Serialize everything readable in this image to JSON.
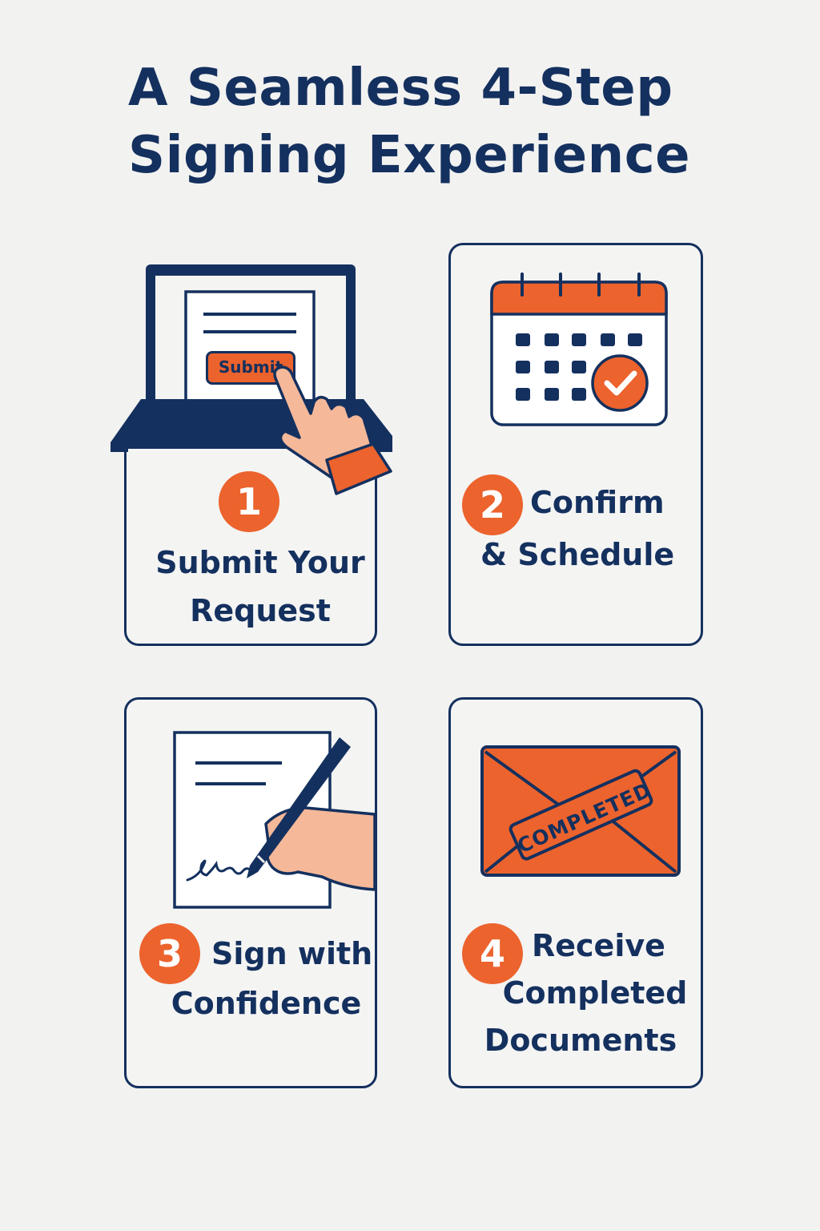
{
  "title": {
    "line1": "A Seamless 4-Step",
    "line2": "Signing Experience"
  },
  "colors": {
    "navy": "#14305e",
    "orange": "#ec632d",
    "skin": "#f5b899",
    "card_bg": "#f4f4f3",
    "page_bg": "#f2f2f1"
  },
  "steps": [
    {
      "number": "1",
      "lines": [
        "Submit Your",
        "Request"
      ],
      "icon": "laptop-submit-icon",
      "button_label": "Submit"
    },
    {
      "number": "2",
      "lines": [
        "Confirm",
        "& Schedule"
      ],
      "icon": "calendar-check-icon"
    },
    {
      "number": "3",
      "lines": [
        "Sign with",
        "Confidence"
      ],
      "icon": "document-signing-icon"
    },
    {
      "number": "4",
      "lines": [
        "Receive",
        "Completed",
        "Documents"
      ],
      "icon": "envelope-completed-icon",
      "stamp_label": "COMPLETED"
    }
  ]
}
